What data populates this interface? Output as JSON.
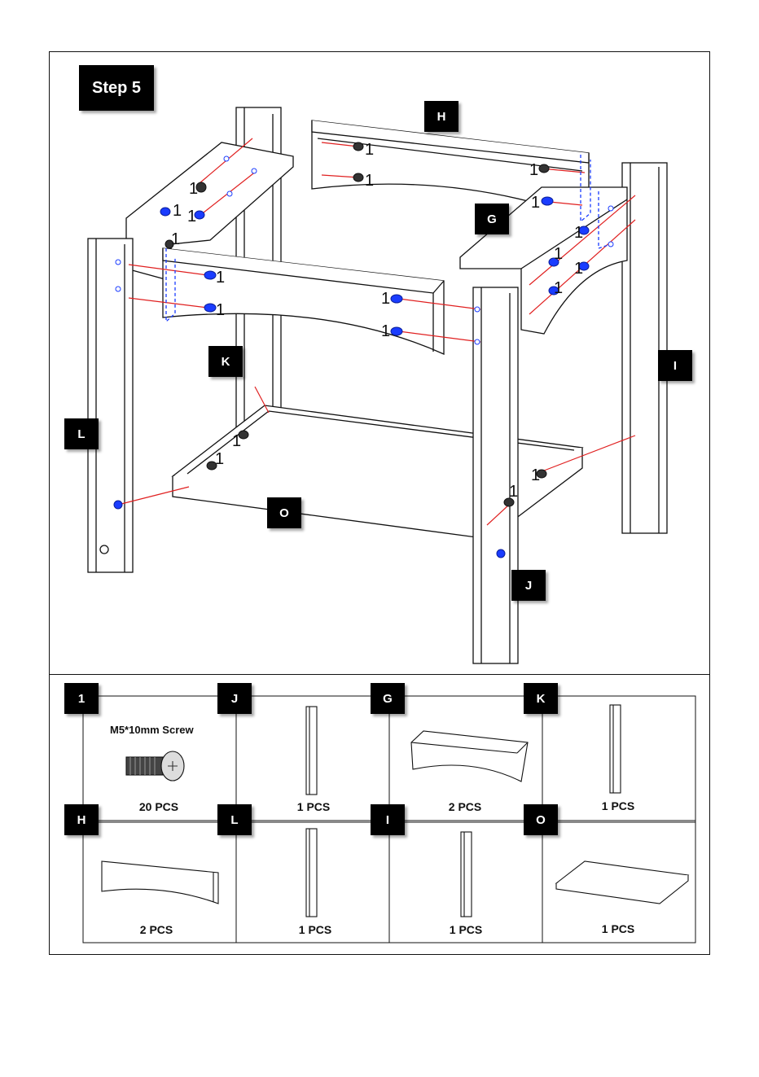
{
  "step": {
    "label": "Step 5"
  },
  "callouts": {
    "H": "H",
    "G": "G",
    "K": "K",
    "I": "I",
    "L": "L",
    "O": "O",
    "J": "J"
  },
  "screw_marker": "1",
  "parts": [
    {
      "code": "1",
      "spec": "M5*10mm Screw",
      "qty": "20 PCS"
    },
    {
      "code": "J",
      "qty": "1 PCS"
    },
    {
      "code": "G",
      "qty": "2 PCS"
    },
    {
      "code": "K",
      "qty": "1 PCS"
    },
    {
      "code": "H",
      "qty": "2 PCS"
    },
    {
      "code": "L",
      "qty": "1 PCS"
    },
    {
      "code": "I",
      "qty": "1 PCS"
    },
    {
      "code": "O",
      "qty": "1 PCS"
    }
  ],
  "colors": {
    "hardware": "#1a3cff",
    "guide_line": "#e02020",
    "outline": "#111111"
  }
}
